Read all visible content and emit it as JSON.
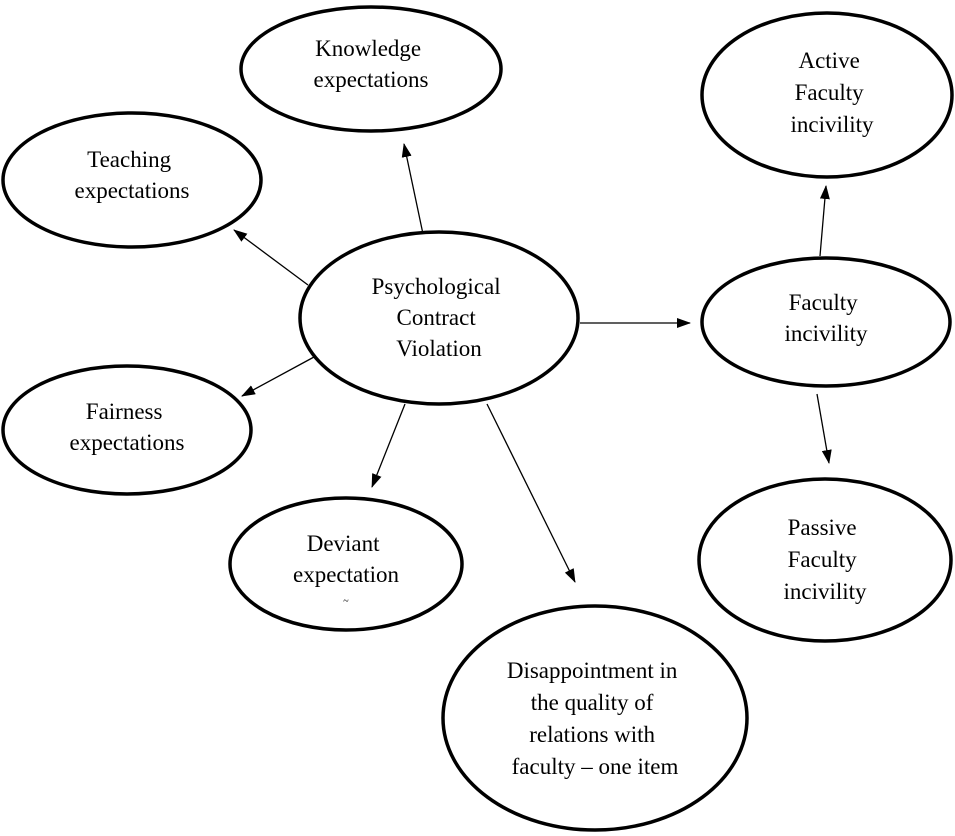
{
  "diagram": {
    "nodes": {
      "psychological_contract_violation": {
        "lines": [
          "Psychological",
          "Contract",
          "Violation"
        ]
      },
      "knowledge_expectations": {
        "lines": [
          "Knowledge",
          "expectations"
        ]
      },
      "teaching_expectations": {
        "lines": [
          "Teaching",
          "expectations"
        ]
      },
      "fairness_expectations": {
        "lines": [
          "Fairness",
          "expectations"
        ]
      },
      "deviant_expectation": {
        "lines": [
          "Deviant",
          "expectation"
        ],
        "mark": "~"
      },
      "disappointment": {
        "lines": [
          "Disappointment in",
          "the quality of",
          "relations with",
          "faculty – one item"
        ]
      },
      "faculty_incivility": {
        "lines": [
          "Faculty",
          "incivility"
        ]
      },
      "active_faculty_incivility": {
        "lines": [
          "Active",
          "Faculty",
          "incivility"
        ]
      },
      "passive_faculty_incivility": {
        "lines": [
          "Passive",
          "Faculty",
          "incivility"
        ]
      }
    },
    "edges": [
      {
        "from": "psychological_contract_violation",
        "to": "knowledge_expectations"
      },
      {
        "from": "psychological_contract_violation",
        "to": "teaching_expectations"
      },
      {
        "from": "psychological_contract_violation",
        "to": "fairness_expectations"
      },
      {
        "from": "psychological_contract_violation",
        "to": "deviant_expectation"
      },
      {
        "from": "psychological_contract_violation",
        "to": "disappointment"
      },
      {
        "from": "psychological_contract_violation",
        "to": "faculty_incivility"
      },
      {
        "from": "faculty_incivility",
        "to": "active_faculty_incivility"
      },
      {
        "from": "faculty_incivility",
        "to": "passive_faculty_incivility"
      }
    ],
    "colors": {
      "stroke": "#000000",
      "fill": "#ffffff",
      "text": "#000000"
    }
  }
}
